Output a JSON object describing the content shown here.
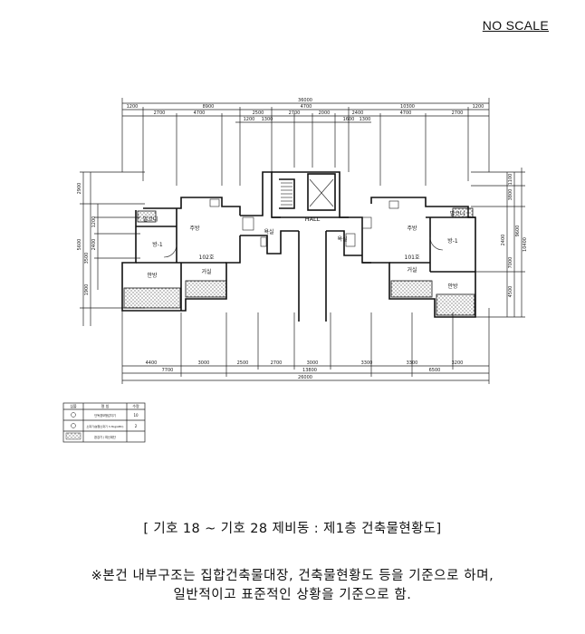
{
  "header": {
    "scale_note": "NO SCALE"
  },
  "plan": {
    "dims_top": {
      "total": "36000",
      "row1": [
        "1200",
        "8900",
        "4700",
        "10300",
        "1200"
      ],
      "row2": [
        "2700",
        "4700",
        "2500",
        "2700",
        "2000",
        "2400",
        "4700",
        "2700"
      ],
      "row3": [
        "1200",
        "1300",
        "1600",
        "1300"
      ]
    },
    "dims_bottom": {
      "total": "26000",
      "row1": [
        "4400",
        "3000",
        "2500",
        "2700",
        "3000",
        "3300",
        "3300",
        "3200"
      ],
      "row2": [
        "7700",
        "13800",
        "6500"
      ]
    },
    "dims_left": [
      "2900",
      "1200",
      "2400",
      "3500",
      "5600",
      "1900"
    ],
    "dims_right": [
      "1100",
      "3800",
      "2400",
      "9600",
      "10400",
      "7000",
      "4500"
    ],
    "rooms": {
      "left": {
        "balcony": "발코니",
        "kitchen": "주방",
        "bedroom": "방-1",
        "unit": "102호",
        "living": "거실",
        "master": "안방",
        "bath": "욕실"
      },
      "right": {
        "balcony": "발코니",
        "kitchen": "주방",
        "bedroom": "방-1",
        "unit": "101호",
        "living": "거실",
        "master": "안방",
        "bath": "욕실"
      },
      "hall": "HALL"
    },
    "legend": {
      "headers": [
        "심볼",
        "명 칭",
        "수량"
      ],
      "rows": [
        {
          "name": "단독경보형감지기",
          "qty": "10"
        },
        {
          "name": "소화기(분말소화기 3.3kg/ABC)",
          "qty": "2"
        },
        {
          "name": "완강기 / 피난계단",
          "qty": ""
        }
      ]
    }
  },
  "caption": "[  기호 18 ~ 기호 28 제비동 : 제1층 건축물현황도]",
  "notes": {
    "line1": "※본건 내부구조는 집합건축물대장, 건축물현황도 등을 기준으로 하며,",
    "line2": "일반적이고 표준적인 상황을 기준으로 함."
  }
}
